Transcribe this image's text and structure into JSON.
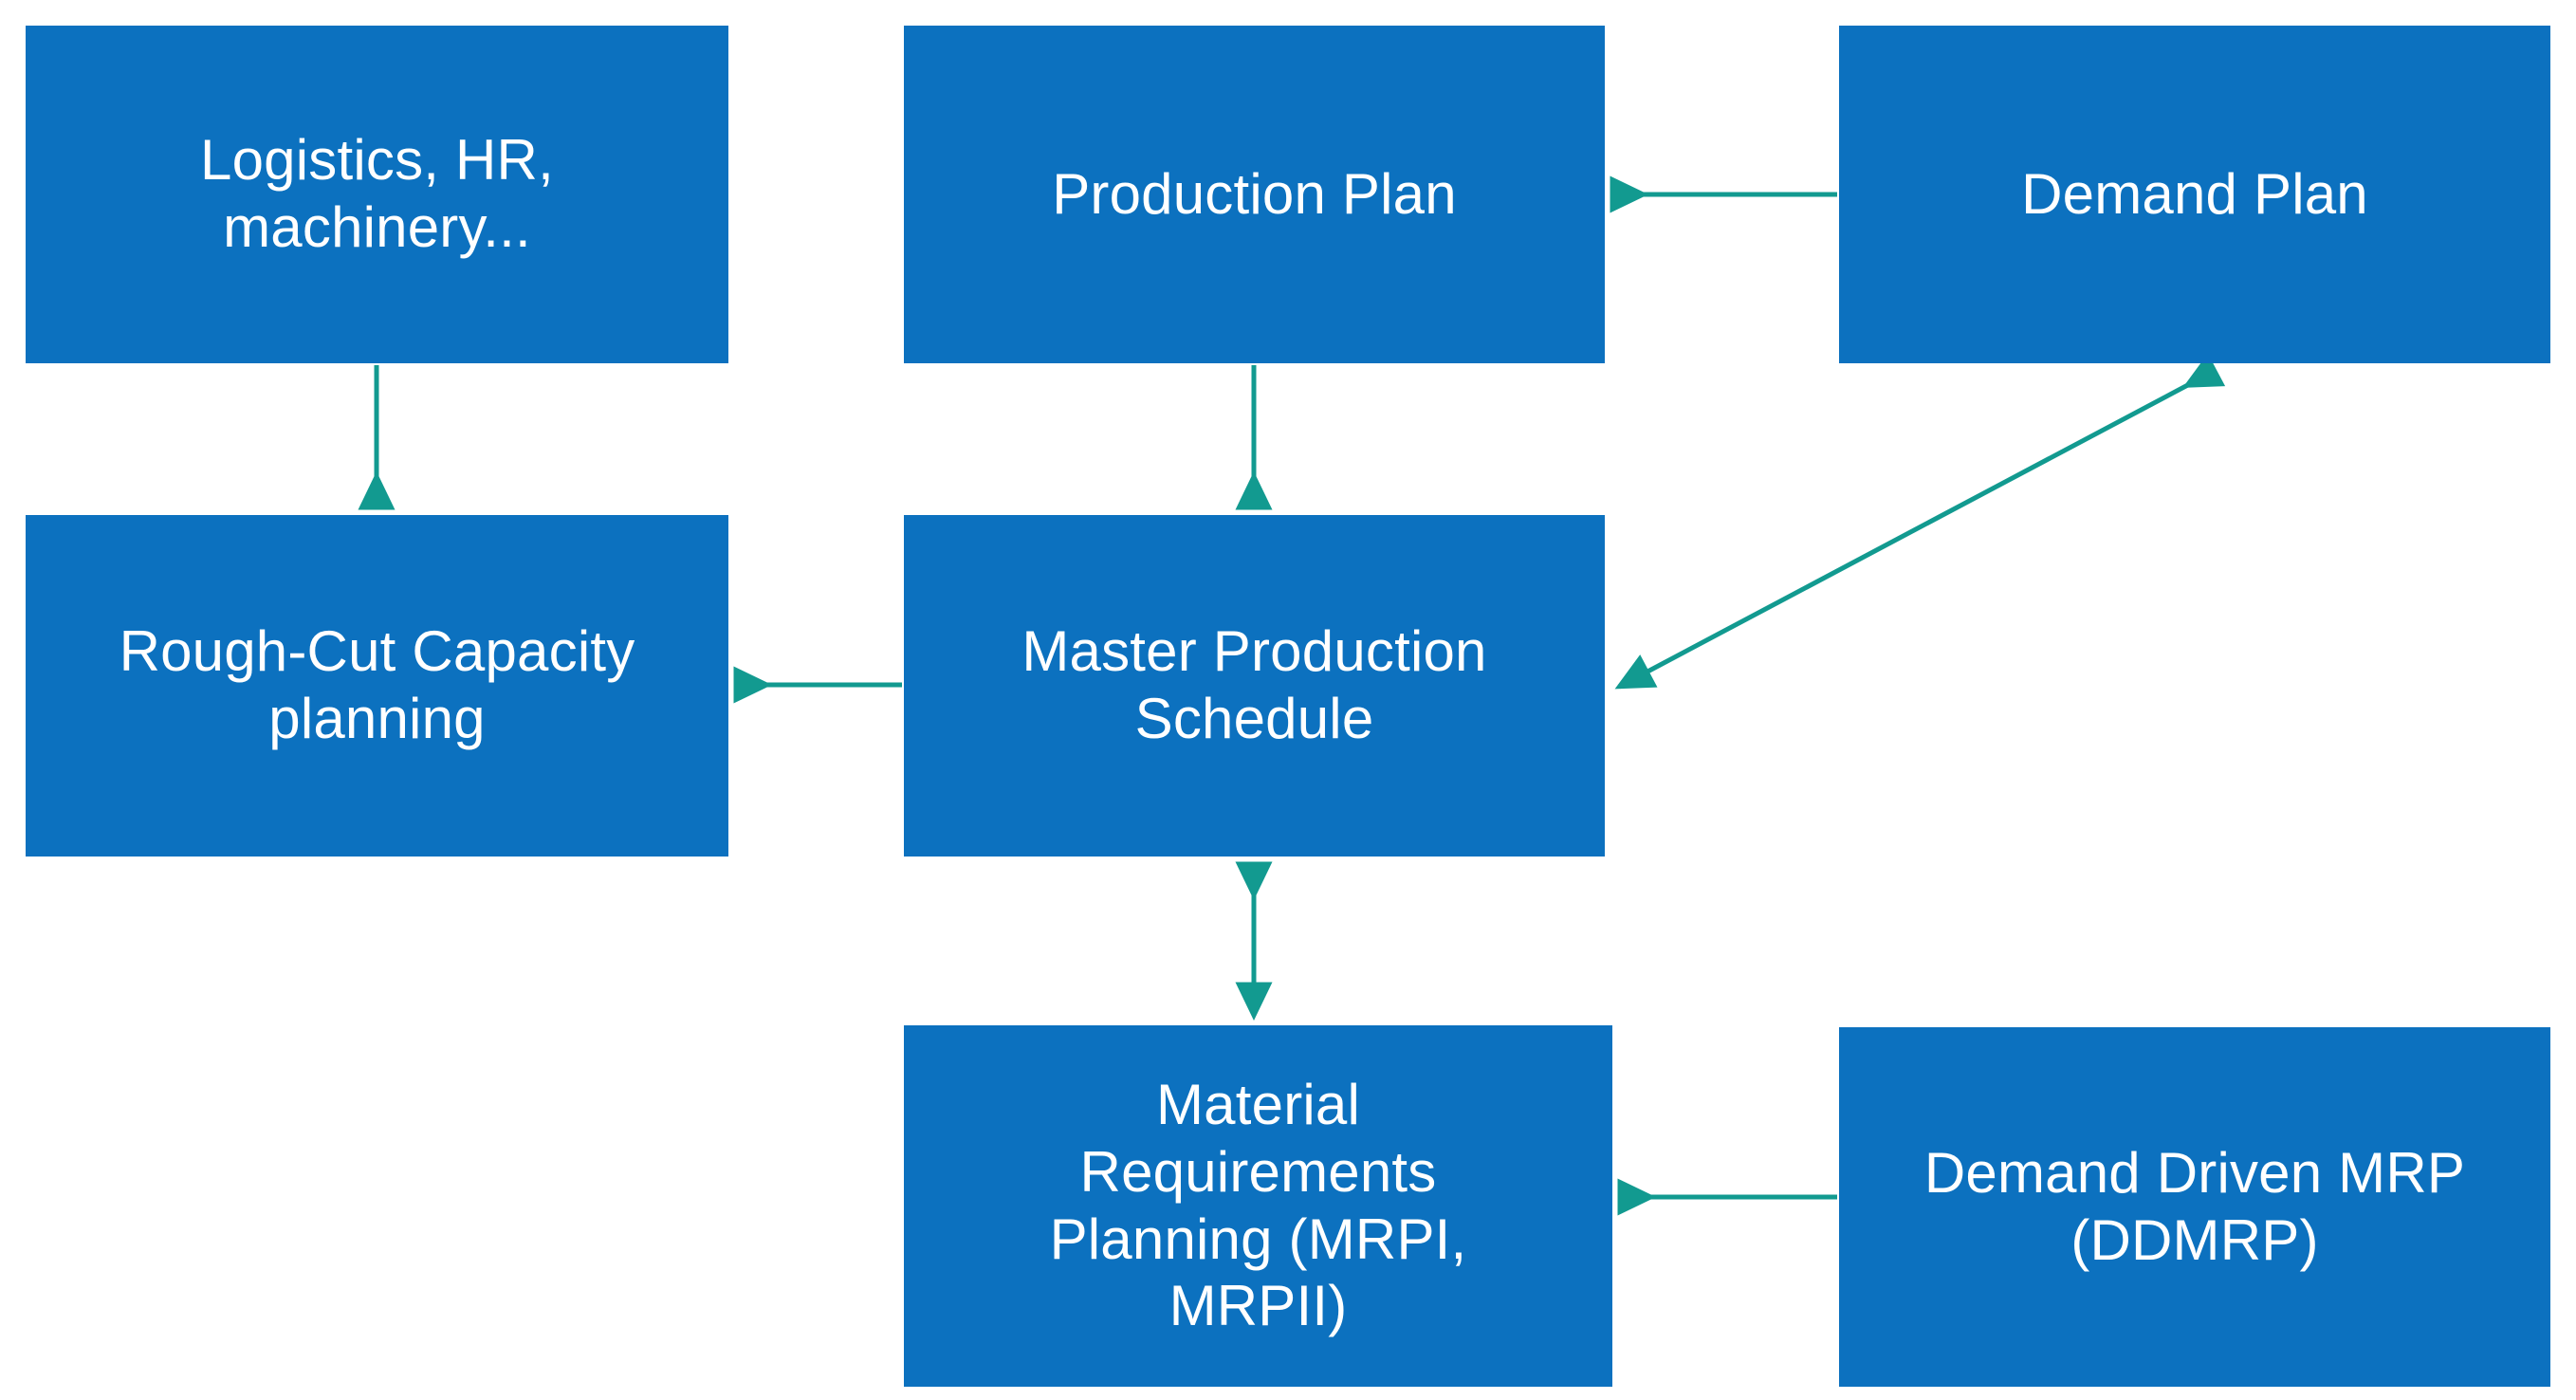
{
  "diagram": {
    "title": "Manufacturing planning hierarchy flow diagram",
    "colors": {
      "node_fill": "#0c71bf",
      "node_text": "#ffffff",
      "arrow": "#129a90",
      "background": "#ffffff"
    },
    "nodes": [
      {
        "id": "logistics",
        "label": "Logistics, HR,\nmachinery..."
      },
      {
        "id": "production",
        "label": "Production Plan"
      },
      {
        "id": "demand",
        "label": "Demand Plan"
      },
      {
        "id": "rough_cut",
        "label": "Rough-Cut Capacity\nplanning"
      },
      {
        "id": "mps",
        "label": "Master Production\nSchedule"
      },
      {
        "id": "mrp",
        "label": "Material\nRequirements\nPlanning (MRPI,\nMRPII)"
      },
      {
        "id": "ddmrp",
        "label": "Demand Driven MRP\n(DDMRP)"
      }
    ],
    "edges": [
      {
        "id": "e1",
        "from": "demand",
        "to": "production",
        "style": "single",
        "direction": "horizontal-left"
      },
      {
        "id": "e2",
        "from": "logistics",
        "to": "rough_cut",
        "style": "single",
        "direction": "vertical-down"
      },
      {
        "id": "e3",
        "from": "production",
        "to": "mps",
        "style": "single",
        "direction": "vertical-down"
      },
      {
        "id": "e4",
        "from": "mps",
        "to": "rough_cut",
        "style": "single",
        "direction": "horizontal-left"
      },
      {
        "id": "e5",
        "from": "mps",
        "to": "demand",
        "style": "double",
        "direction": "diagonal"
      },
      {
        "id": "e6",
        "from": "mrp",
        "to": "mps",
        "style": "double",
        "direction": "vertical"
      },
      {
        "id": "e7",
        "from": "ddmrp",
        "to": "mrp",
        "style": "single",
        "direction": "horizontal-left"
      }
    ]
  }
}
